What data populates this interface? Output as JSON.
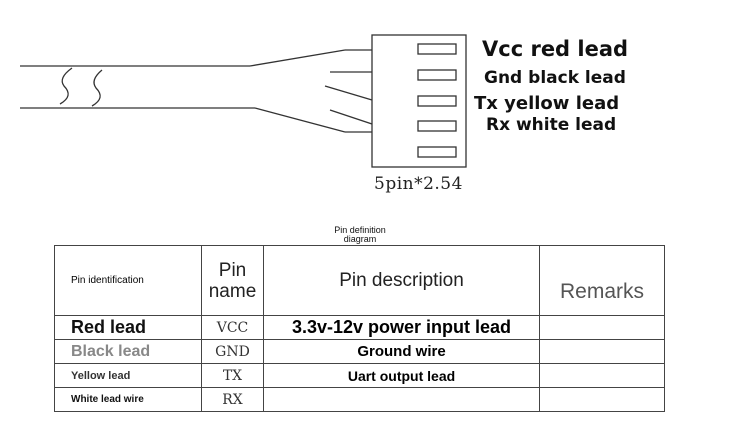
{
  "connector": {
    "leads": [
      {
        "label": "Vcc red lead"
      },
      {
        "label": "Gnd black lead"
      },
      {
        "label": "Tx yellow lead"
      },
      {
        "label": "Rx white lead"
      }
    ],
    "caption": "5pin*2.54"
  },
  "table": {
    "title_line1": "Pin definition",
    "title_line2": "diagram",
    "headers": {
      "identification": "Pin identification",
      "name_line1": "Pin",
      "name_line2": "name",
      "description": "Pin description",
      "remarks": "Remarks"
    },
    "rows": [
      {
        "lead": "Red lead",
        "pin": "VCC",
        "description": "3.3v-12v power input lead",
        "remarks": ""
      },
      {
        "lead": "Black lead",
        "pin": "GND",
        "description": "Ground wire",
        "remarks": ""
      },
      {
        "lead": "Yellow lead",
        "pin": "TX",
        "description": "Uart output lead",
        "remarks": ""
      },
      {
        "lead": "White lead wire",
        "pin": "RX",
        "description": "",
        "remarks": ""
      }
    ]
  }
}
